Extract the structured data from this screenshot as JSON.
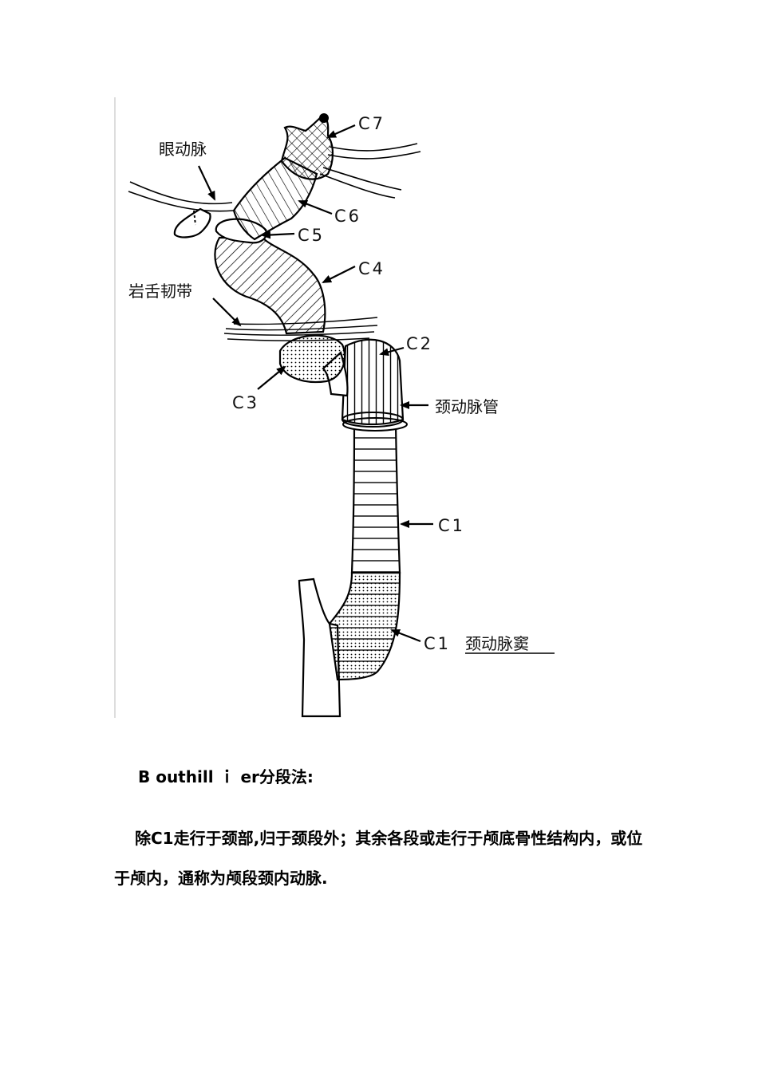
{
  "figure": {
    "labels": {
      "c7": "C7",
      "c6": "C6",
      "c5": "C5",
      "c4": "C4",
      "c3": "C3",
      "c2": "C2",
      "c1": "C1",
      "c1_sinus_num": "C1",
      "ophthalmic": "眼动脉",
      "petrolingual": "岩舌韧带",
      "carotid_canal": "颈动脉管",
      "carotid_sinus": "颈动脉窦"
    }
  },
  "text": {
    "heading": "B outhill ｉ er分段法:",
    "paragraph": "除C1走行于颈部,归于颈段外；其余各段或走行于颅底骨性结构内，或位于颅内，通称为颅段颈内动脉."
  }
}
